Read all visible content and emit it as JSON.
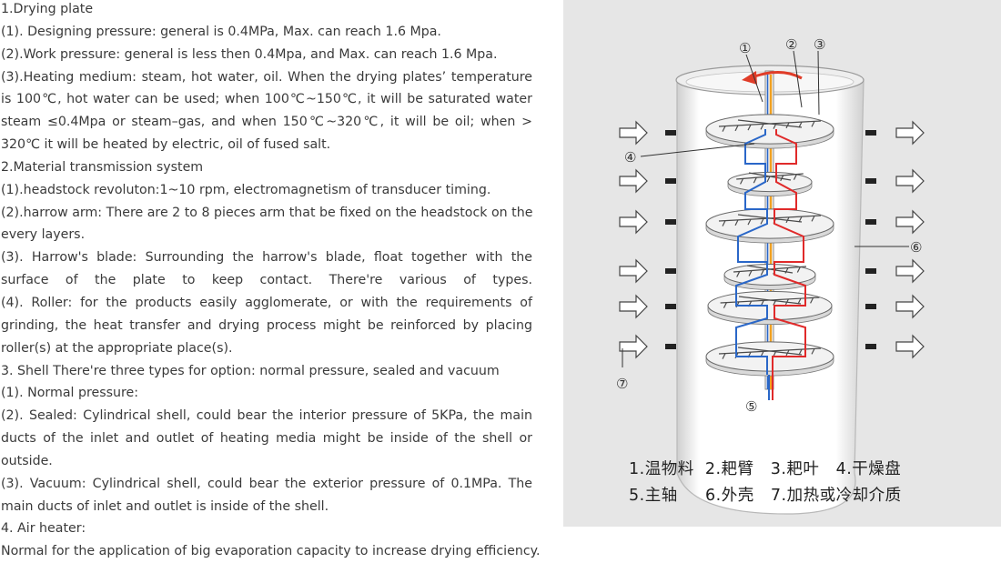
{
  "document": {
    "lines": [
      "1.Drying plate",
      "(1). Designing pressure: general is 0.4MPa, Max. can reach 1.6 Mpa.",
      "(2).Work pressure: general is less then 0.4Mpa, and Max. can reach 1.6 Mpa.",
      "(3).Heating medium: steam, hot water, oil. When the drying plates’ temperature",
      "is 100℃, hot water can be used; when 100℃~150℃, it will be saturated water",
      "steam ≤0.4Mpa or steam–gas, and when 150℃~320℃, it will be oil; when >",
      "320℃ it will be heated by electric, oil of fused salt.",
      "2.Material transmission system",
      "(1).headstock revoluton:1~10 rpm, electromagnetism of transducer timing.",
      "(2).harrow arm: There are 2 to 8 pieces arm that be fixed on the headstock on the",
      "every layers.",
      "(3). Harrow's blade: Surrounding the harrow's blade, float together with the",
      "surface of the plate to keep contact. There're various of types.",
      "(4). Roller: for the products easily agglomerate, or with the requirements of",
      "grinding, the heat transfer and drying process might be reinforced by placing",
      "roller(s) at the appropriate place(s).",
      "3. Shell There're three types for option: normal pressure, sealed and vacuum",
      "(1). Normal pressure:",
      "(2). Sealed: Cylindrical shell, could bear the interior pressure of 5KPa, the main",
      "ducts of the inlet and outlet of heating media might be inside of the shell or",
      "outside.",
      "(3). Vacuum: Cylindrical shell, could bear the exterior pressure of 0.1MPa. The",
      "main ducts of inlet and outlet is inside of the shell.",
      "4. Air heater:",
      "Normal for the application of big evaporation capacity to increase drying efficiency."
    ]
  },
  "figure": {
    "callouts": [
      "①",
      "②",
      "③",
      "④",
      "⑤",
      "⑥",
      "⑦"
    ],
    "legend": {
      "row1": "1.温物料  2.耙臂   3.耙叶   4.干燥盘",
      "row2": "5.主轴     6.外壳   7.加热或冷却介质"
    },
    "colors": {
      "panel_bg": "#e6e6e6",
      "shell": "#ffffff",
      "hot_pipe": "#e02a2a",
      "cold_pipe": "#2a67c8",
      "shaft": "#f0a020",
      "rotation_arrow": "#e03c28"
    }
  }
}
